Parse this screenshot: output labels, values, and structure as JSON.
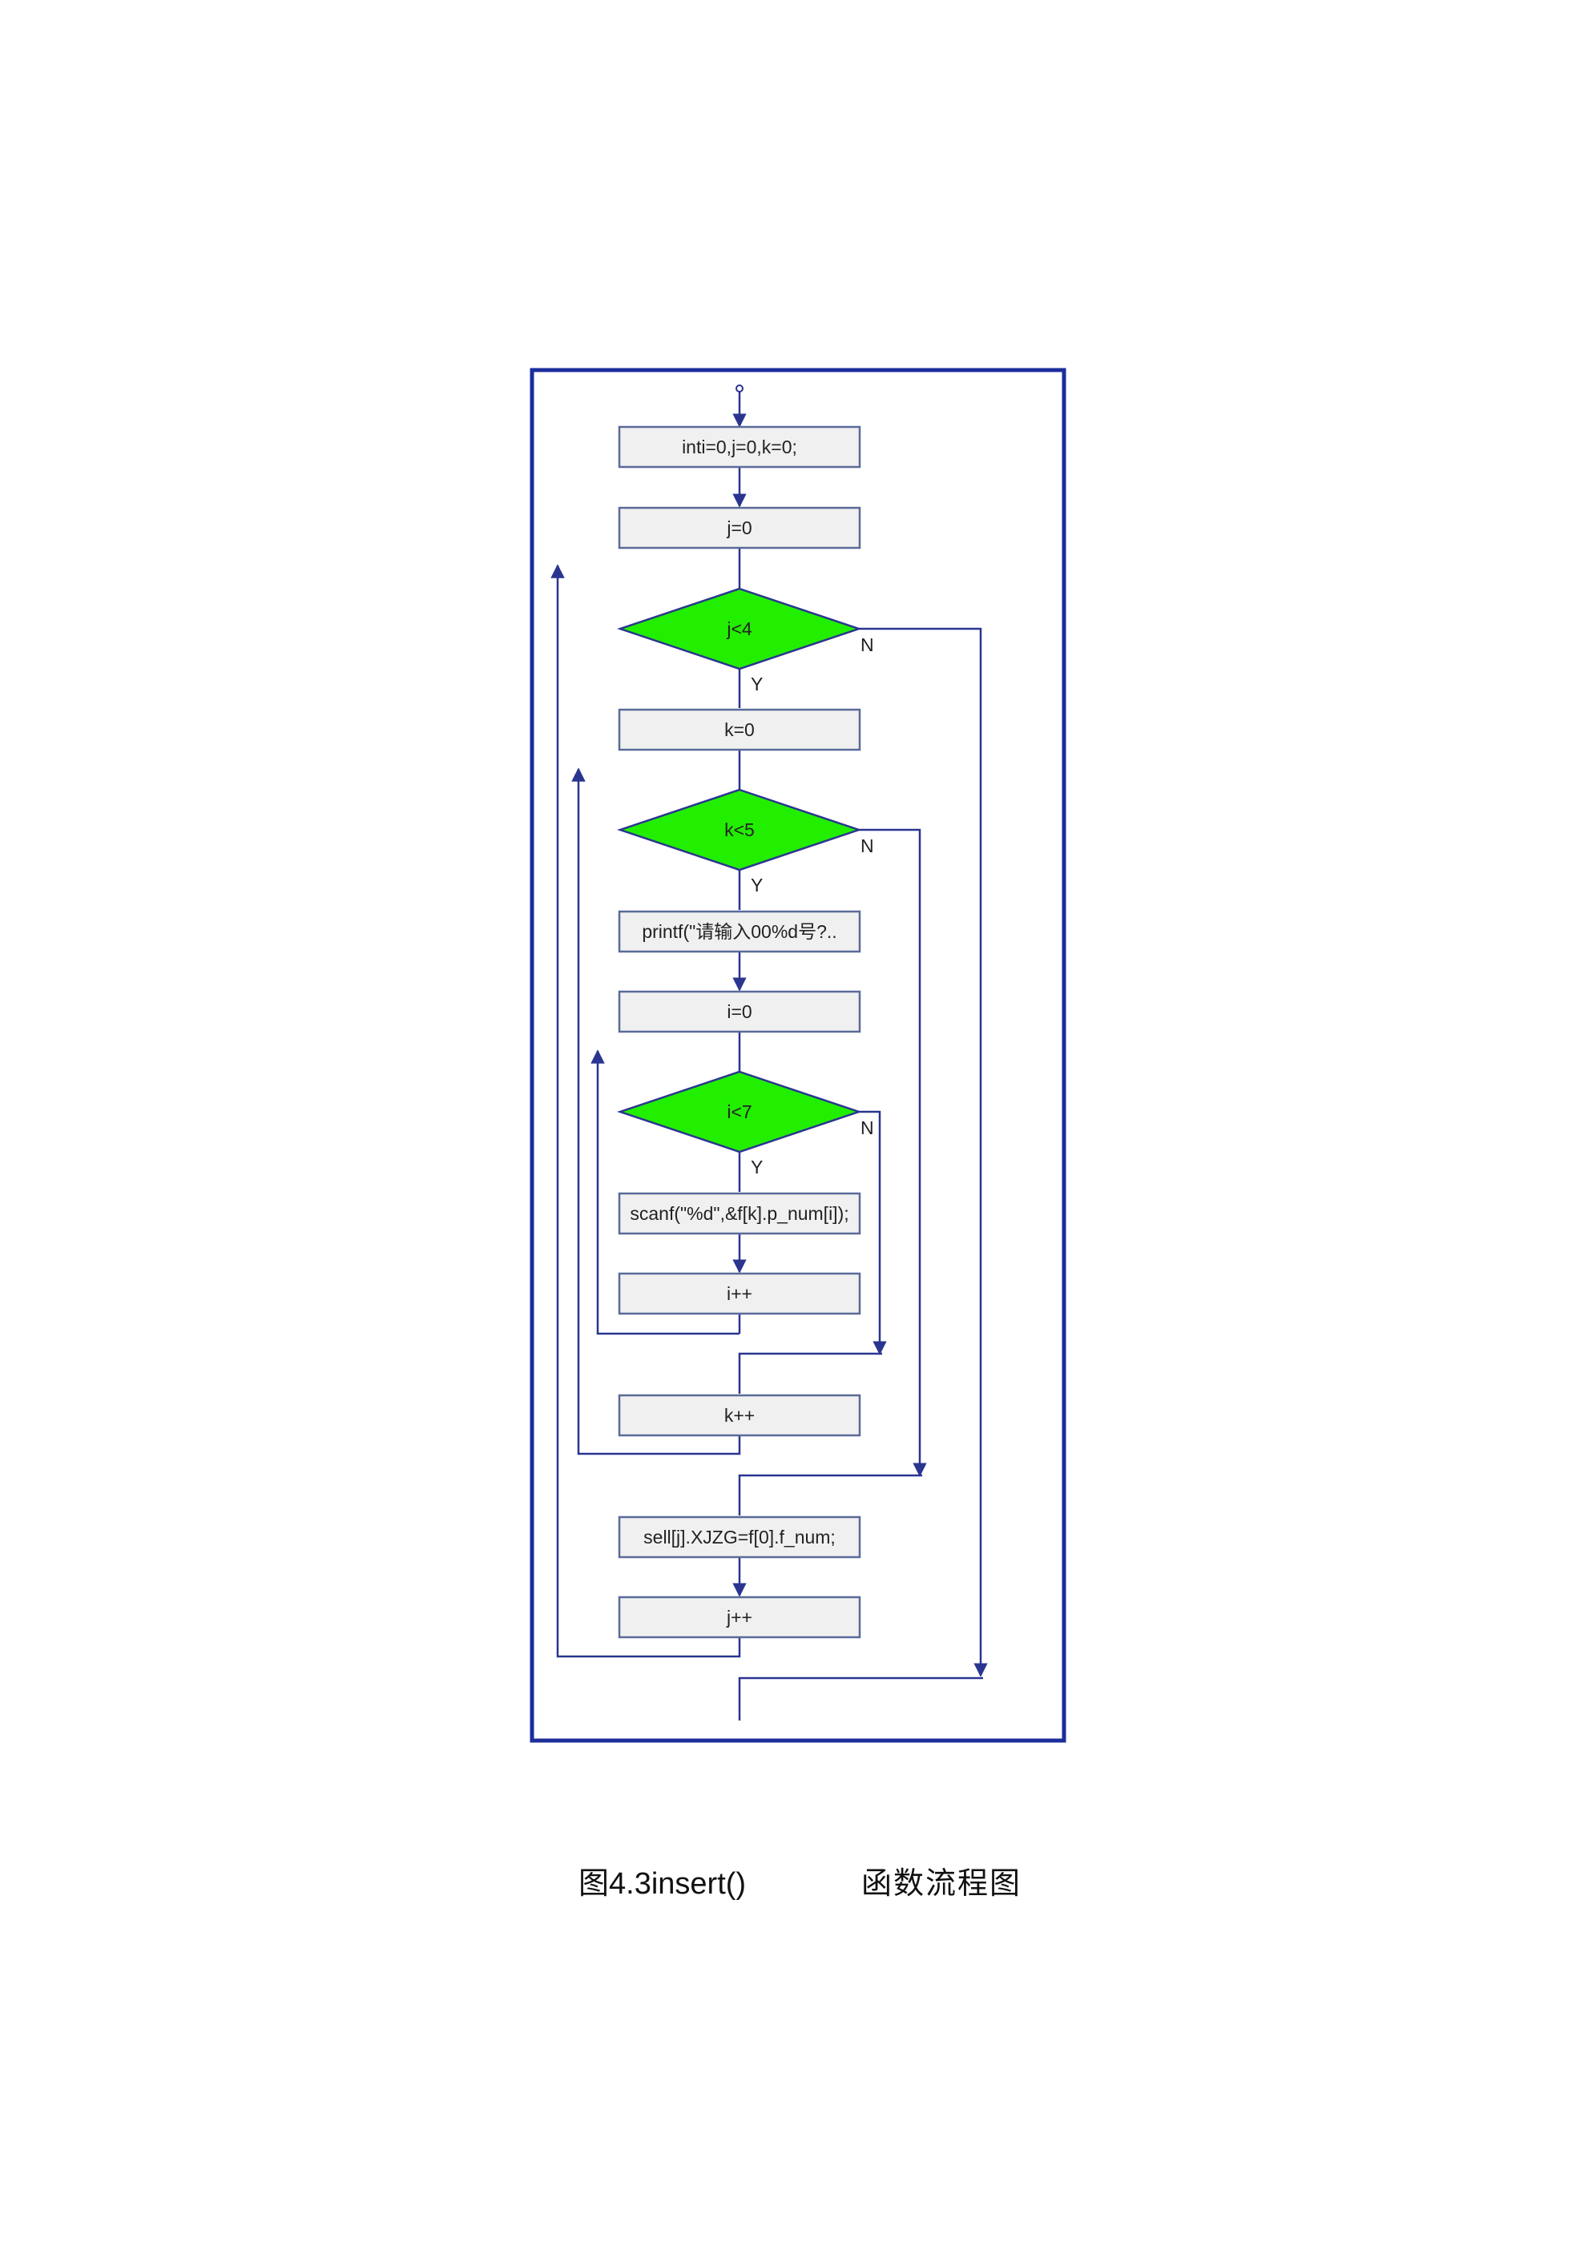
{
  "flowchart": {
    "nodes": {
      "init": "inti=0,j=0,k=0;",
      "j_init": "j=0",
      "cond_j": "j<4",
      "k_init": "k=0",
      "cond_k": "k<5",
      "print": "printf(\"请输入00%d号?..",
      "i_init": "i=0",
      "cond_i": "i<7",
      "scanf": "scanf(\"%d\",&f[k].p_num[i]);",
      "i_inc": "i++",
      "k_inc": "k++",
      "sell": "sell[j].XJZG=f[0].f_num;",
      "j_inc": "j++"
    },
    "branch_labels": {
      "yes": "Y",
      "no": "N"
    }
  },
  "caption": {
    "left": "图4.3insert()",
    "right": "函数流程图"
  },
  "colors": {
    "frame": "#1c2d9c",
    "line": "#2a3590",
    "box_fill": "#f0f0f0",
    "box_stroke": "#5a6a9a",
    "diamond_fill": "#22ee00"
  }
}
